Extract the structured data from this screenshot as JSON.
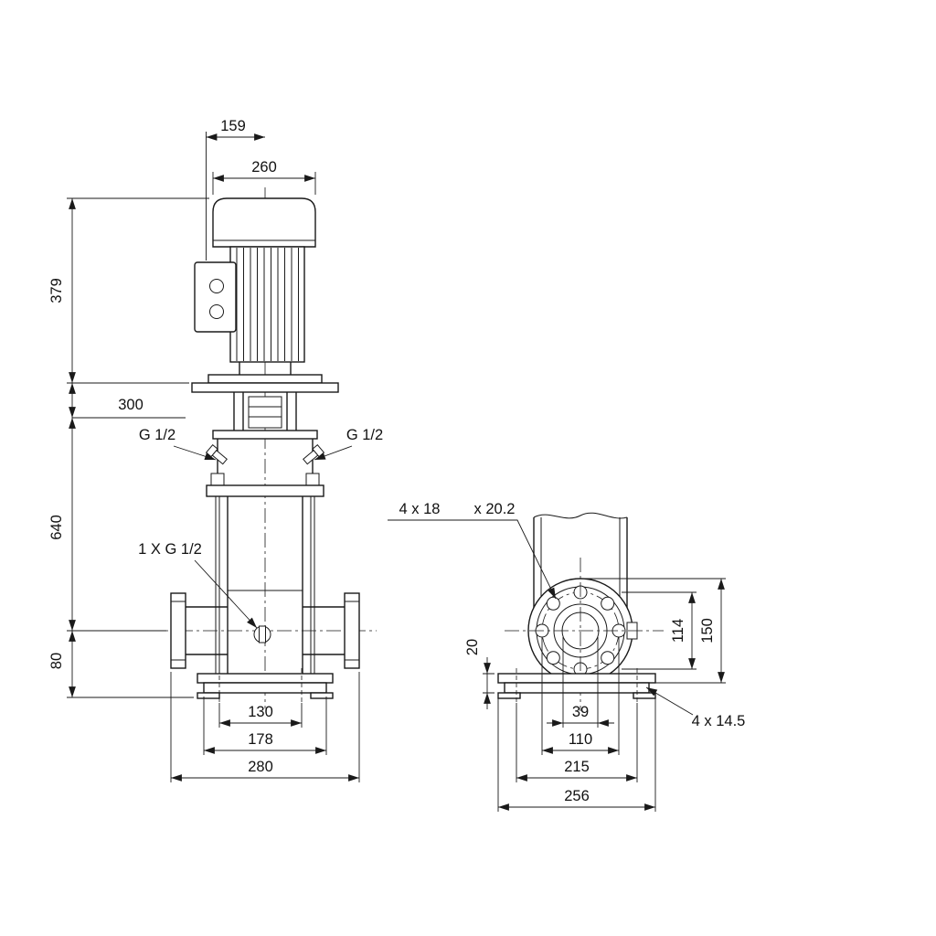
{
  "drawing": {
    "left": {
      "dim159": "159",
      "dim260": "260",
      "dim379": "379",
      "dim300": "300",
      "dim640": "640",
      "dim80": "80",
      "dim130": "130",
      "dim178": "178",
      "dim280": "280",
      "portLeft": "G 1/2",
      "portRight": "G 1/2",
      "drain": "1 X G 1/2"
    },
    "right": {
      "flangeHoles": "4 x 18",
      "holeDepth": "x 20.2",
      "dim20": "20",
      "dim114": "114",
      "dim150": "150",
      "dim39": "39",
      "dim110": "110",
      "dim215": "215",
      "dim256": "256",
      "baseHoles": "4 x 14.5"
    }
  }
}
